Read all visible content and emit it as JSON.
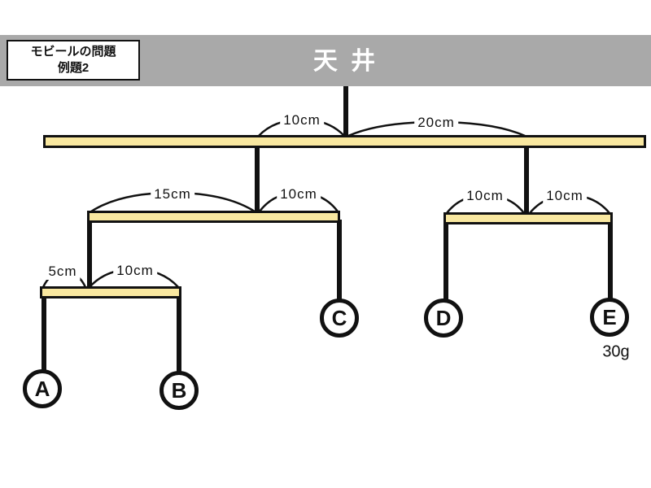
{
  "header": {
    "ceiling_label": "天 井",
    "badge": {
      "line1": "モビールの問題",
      "line2": "例題2"
    }
  },
  "colors": {
    "header_bar": "#a9a9a9",
    "beam_fill": "#f9e8a0",
    "ink": "#111111",
    "ceiling_text": "#ffffff"
  },
  "diagram": {
    "dimensions": {
      "top_beam_left": "10cm",
      "top_beam_right": "20cm",
      "mid_left_beam_left": "15cm",
      "mid_left_beam_right": "10cm",
      "mid_right_beam_left": "10cm",
      "mid_right_beam_right": "10cm",
      "small_beam_left": "5cm",
      "small_beam_right": "10cm"
    },
    "weights": {
      "a": "A",
      "b": "B",
      "c": "C",
      "d": "D",
      "e": "E"
    },
    "mass_labels": {
      "e": "30g"
    }
  }
}
